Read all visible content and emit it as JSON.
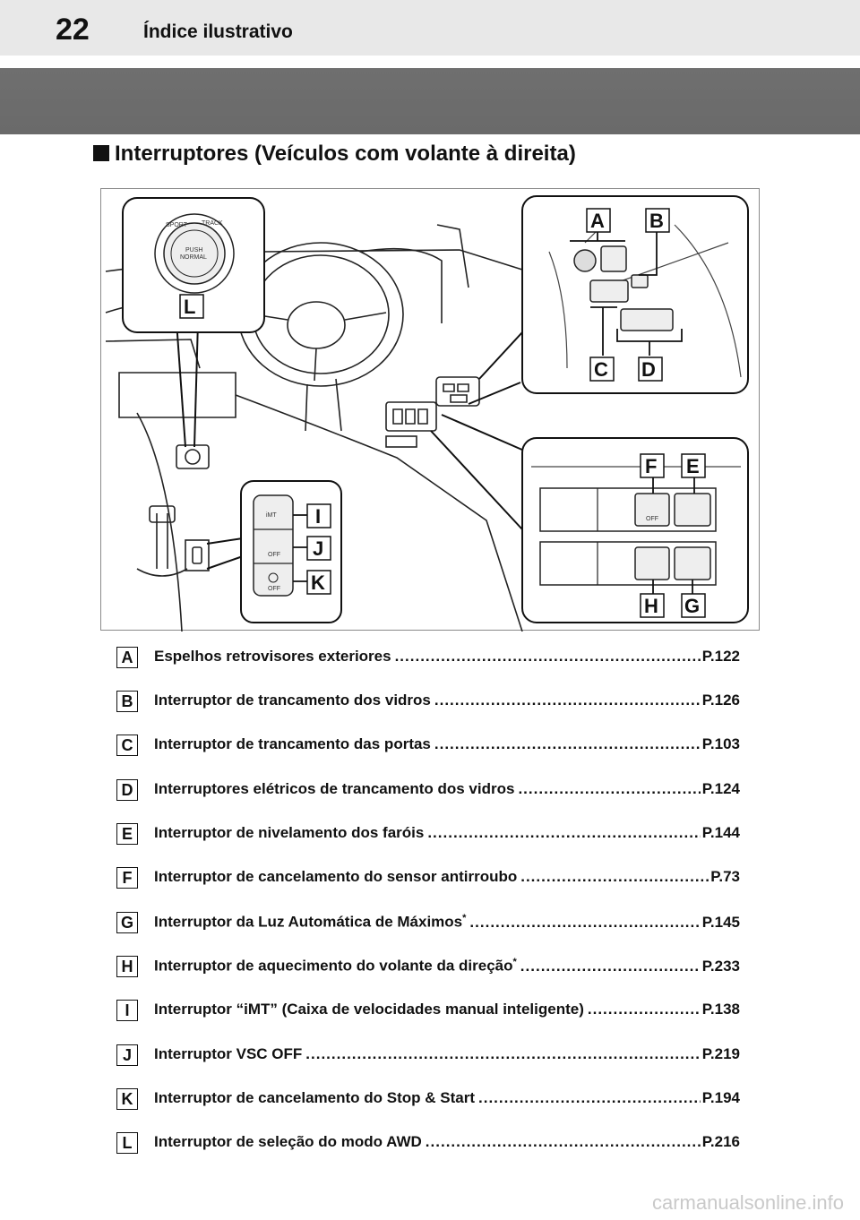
{
  "header": {
    "page_number": "22",
    "title": "Índice ilustrativo"
  },
  "section": {
    "title": "Interruptores (Veículos com volante à direita)"
  },
  "figure": {
    "callouts": [
      "A",
      "B",
      "C",
      "D",
      "E",
      "F",
      "G",
      "H",
      "I",
      "J",
      "K",
      "L"
    ],
    "switch_text": {
      "sport": "SPORT",
      "track": "TRACK",
      "push": "PUSH",
      "normal": "NORMAL",
      "imt": "iMT",
      "off": "OFF"
    }
  },
  "items": [
    {
      "letter": "A",
      "text": "Espelhos retrovisores exteriores",
      "page": "P.122"
    },
    {
      "letter": "B",
      "text": "Interruptor de trancamento dos vidros",
      "page": "P.126"
    },
    {
      "letter": "C",
      "text": "Interruptor de trancamento das portas",
      "page": "P.103"
    },
    {
      "letter": "D",
      "text": "Interruptores elétricos de trancamento dos vidros",
      "page": "P.124"
    },
    {
      "letter": "E",
      "text": "Interruptor de nivelamento dos faróis",
      "page": "P.144"
    },
    {
      "letter": "F",
      "text": "Interruptor de cancelamento do sensor antirroubo",
      "page": "P.73"
    },
    {
      "letter": "G",
      "text": "Interruptor da Luz Automática de Máximos",
      "sup": "*",
      "page": "P.145"
    },
    {
      "letter": "H",
      "text": "Interruptor de aquecimento do volante da direção",
      "sup": "*",
      "page": "P.233"
    },
    {
      "letter": "I",
      "text": "Interruptor “iMT” (Caixa de velocidades manual inteligente)",
      "page": "P.138"
    },
    {
      "letter": "J",
      "text": "Interruptor VSC OFF",
      "page": "P.219"
    },
    {
      "letter": "K",
      "text": "Interruptor de cancelamento do Stop & Start",
      "page": "P.194"
    },
    {
      "letter": "L",
      "text": "Interruptor de seleção do modo AWD",
      "page": "P.216"
    }
  ],
  "watermark": "carmanualsonline.info"
}
